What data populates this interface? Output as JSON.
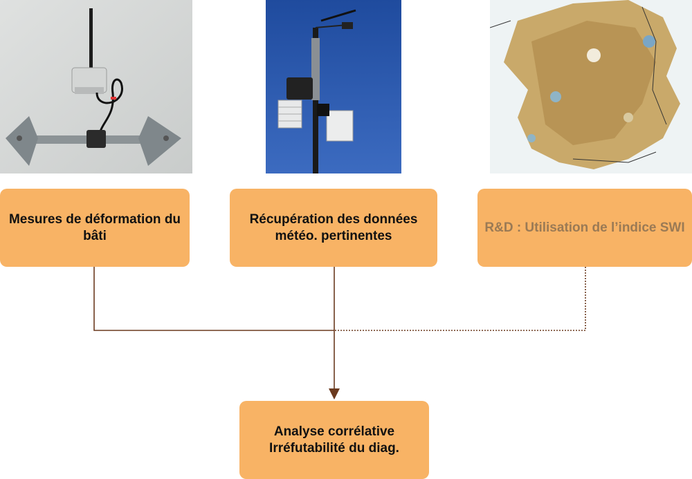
{
  "images": {
    "sensor": "deformation-sensor-photo",
    "station": "weather-station-photo",
    "map": "swi-soil-moisture-map-france"
  },
  "boxes": {
    "deformation": "Mesures de déformation du bâti",
    "meteo": "Récupération des données météo. pertinentes",
    "swi": "R&D : Utilisation de l’indice SWI",
    "analyse_line1": "Analyse corrélative",
    "analyse_line2": "Irréfutabilité du diag."
  },
  "colors": {
    "box_fill": "#f8b365",
    "box_text": "#111111",
    "box_text_muted": "#9a7a55",
    "connector": "#6b3a1f",
    "sky": "#2a55a8"
  }
}
